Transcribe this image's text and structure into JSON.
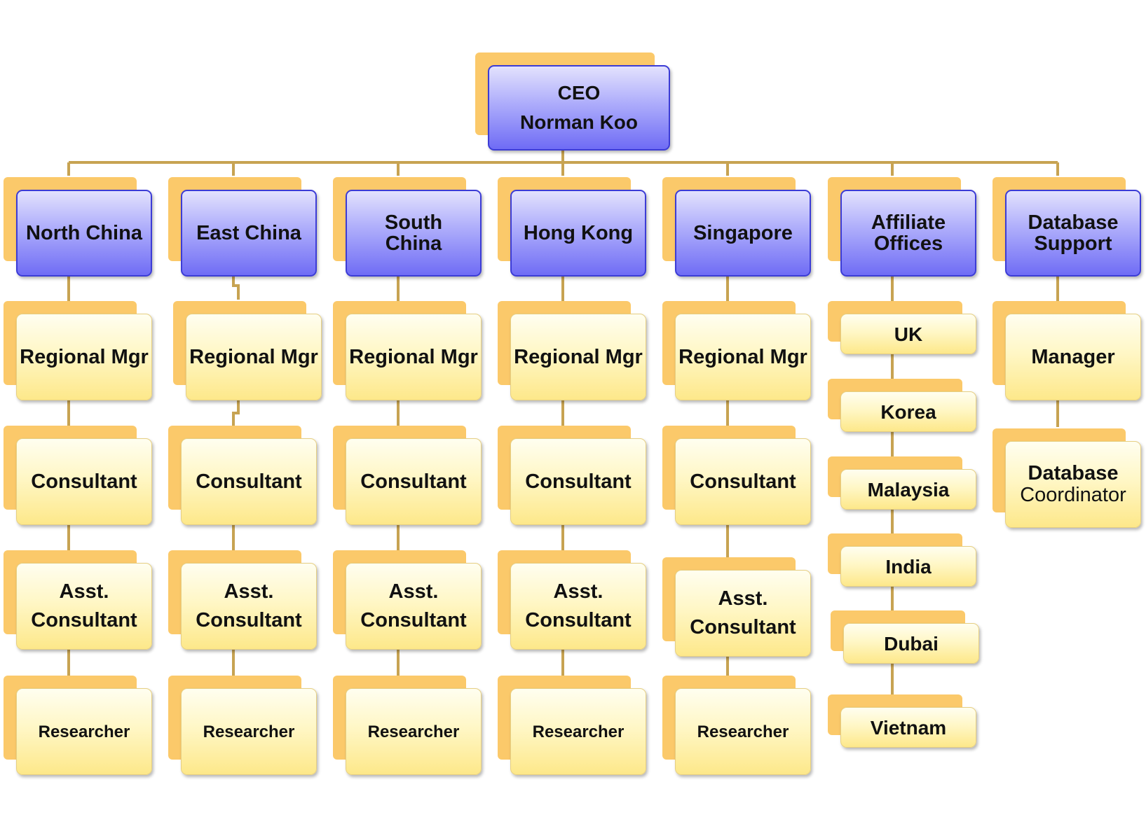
{
  "ceo": {
    "title": "CEO",
    "name": "Norman Koo"
  },
  "departments": [
    {
      "name": "North China"
    },
    {
      "name": "East China"
    },
    {
      "name": "South China"
    },
    {
      "name": "Hong Kong"
    },
    {
      "name": "Singapore"
    },
    {
      "name": "Affiliate Offices"
    },
    {
      "name": "Database Support"
    }
  ],
  "regional_roles": {
    "regional_mgr": "Regional Mgr",
    "consultant": "Consultant",
    "asst_line1": "Asst.",
    "asst_line2": "Consultant",
    "researcher": "Researcher"
  },
  "affiliate_offices": [
    "UK",
    "Korea",
    "Malaysia",
    "India",
    "Dubai",
    "Vietnam"
  ],
  "database_support": {
    "manager": "Manager",
    "coordinator_line1": "Database",
    "coordinator_line2": "Coordinator"
  },
  "colors": {
    "header_box": "#8a88f7",
    "role_box": "#fff3b0",
    "tab": "#fbc96a",
    "connector": "#c7a352"
  }
}
